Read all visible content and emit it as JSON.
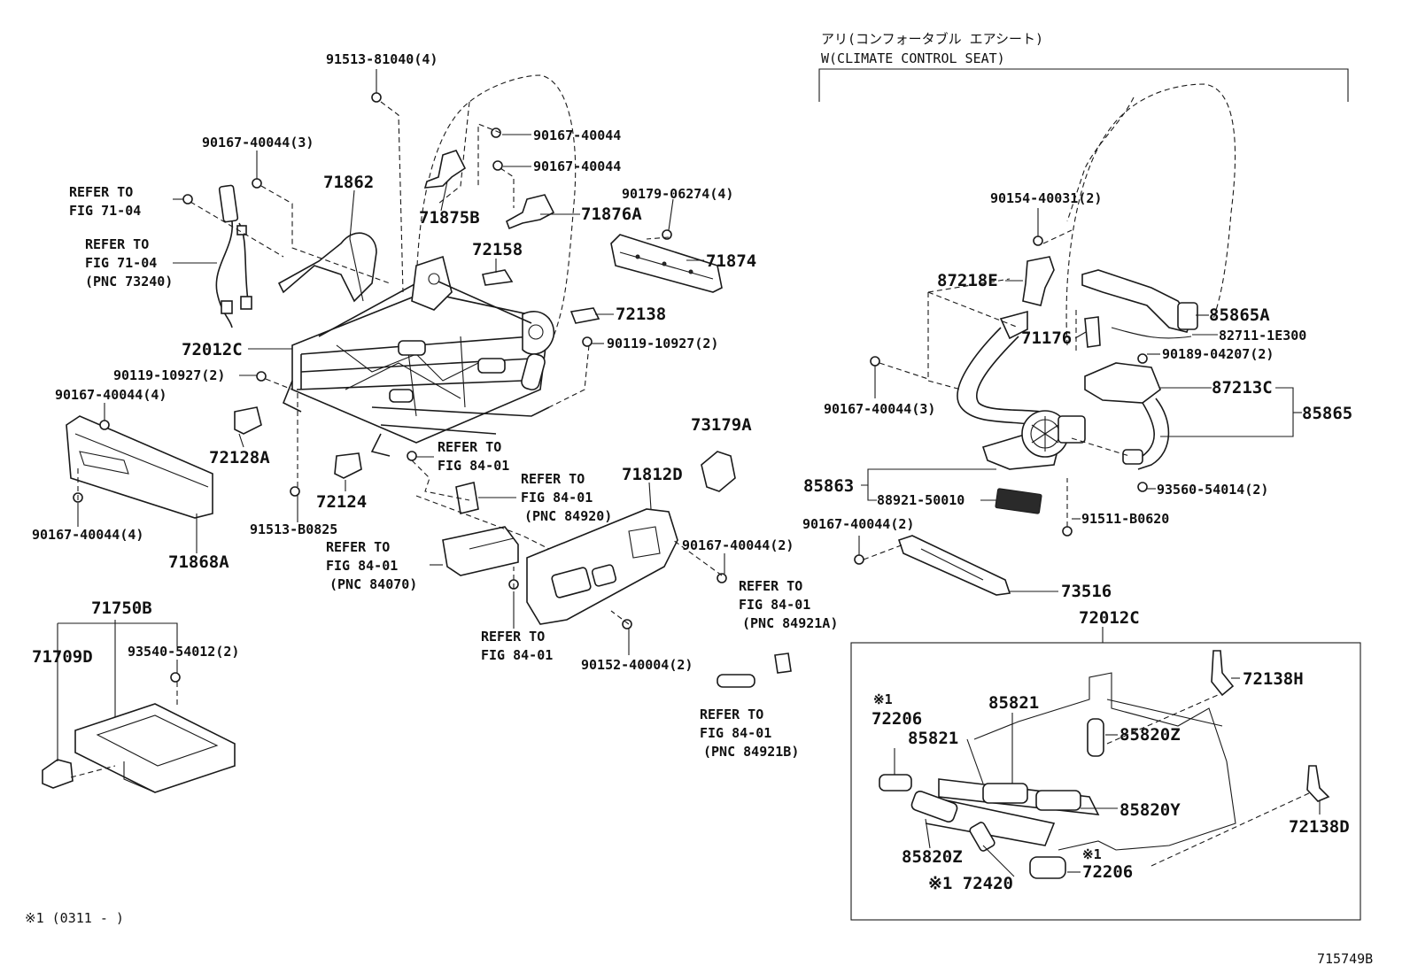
{
  "header": {
    "line1": "アリ(コンフォータブル エアシート)",
    "line2": "W(CLIMATE CONTROL SEAT)"
  },
  "footnote": "※1 (0311 -        )",
  "figure_code": "715749B",
  "labels": [
    {
      "id": "l01",
      "text": "91513-81040(4)",
      "size": "s"
    },
    {
      "id": "l02",
      "text": "90167-40044(3)",
      "size": "s"
    },
    {
      "id": "l03",
      "text": "REFER TO",
      "size": "s"
    },
    {
      "id": "l04",
      "text": "FIG 71-04",
      "size": "s"
    },
    {
      "id": "l05",
      "text": "REFER TO",
      "size": "s"
    },
    {
      "id": "l06",
      "text": "FIG 71-04",
      "size": "s"
    },
    {
      "id": "l07",
      "text": "(PNC 73240)",
      "size": "s"
    },
    {
      "id": "l08",
      "text": "71862",
      "size": "b"
    },
    {
      "id": "l09",
      "text": "90167-40044",
      "size": "s"
    },
    {
      "id": "l10",
      "text": "90167-40044",
      "size": "s"
    },
    {
      "id": "l11",
      "text": "71875B",
      "size": "b"
    },
    {
      "id": "l12",
      "text": "71876A",
      "size": "b"
    },
    {
      "id": "l13",
      "text": "90179-06274(4)",
      "size": "s"
    },
    {
      "id": "l14",
      "text": "72158",
      "size": "b"
    },
    {
      "id": "l15",
      "text": "71874",
      "size": "b"
    },
    {
      "id": "l16",
      "text": "72138",
      "size": "b"
    },
    {
      "id": "l17",
      "text": "72012C",
      "size": "b"
    },
    {
      "id": "l18",
      "text": "90119-10927(2)",
      "size": "s"
    },
    {
      "id": "l19",
      "text": "90119-10927(2)",
      "size": "s"
    },
    {
      "id": "l20",
      "text": "90167-40044(4)",
      "size": "s"
    },
    {
      "id": "l21",
      "text": "72128A",
      "size": "b"
    },
    {
      "id": "l22",
      "text": "REFER TO",
      "size": "s"
    },
    {
      "id": "l23",
      "text": "FIG 84-01",
      "size": "s"
    },
    {
      "id": "l24",
      "text": "73179A",
      "size": "b"
    },
    {
      "id": "l25",
      "text": "72124",
      "size": "b"
    },
    {
      "id": "l26",
      "text": "REFER TO",
      "size": "s"
    },
    {
      "id": "l27",
      "text": "FIG 84-01",
      "size": "s"
    },
    {
      "id": "l28",
      "text": "(PNC 84920)",
      "size": "s"
    },
    {
      "id": "l29",
      "text": "71812D",
      "size": "b"
    },
    {
      "id": "l30",
      "text": "91513-B0825",
      "size": "s"
    },
    {
      "id": "l31",
      "text": "90167-40044(4)",
      "size": "s"
    },
    {
      "id": "l32",
      "text": "71868A",
      "size": "b"
    },
    {
      "id": "l33",
      "text": "REFER TO",
      "size": "s"
    },
    {
      "id": "l34",
      "text": "FIG 84-01",
      "size": "s"
    },
    {
      "id": "l35",
      "text": "(PNC 84070)",
      "size": "s"
    },
    {
      "id": "l36",
      "text": "90167-40044(2)",
      "size": "s"
    },
    {
      "id": "l37",
      "text": "REFER TO",
      "size": "s"
    },
    {
      "id": "l38",
      "text": "FIG 84-01",
      "size": "s"
    },
    {
      "id": "l39",
      "text": "(PNC 84921A)",
      "size": "s"
    },
    {
      "id": "l40",
      "text": "71750B",
      "size": "b"
    },
    {
      "id": "l41",
      "text": "71709D",
      "size": "b"
    },
    {
      "id": "l42",
      "text": "93540-54012(2)",
      "size": "s"
    },
    {
      "id": "l43",
      "text": "REFER TO",
      "size": "s"
    },
    {
      "id": "l44",
      "text": "FIG 84-01",
      "size": "s"
    },
    {
      "id": "l45",
      "text": "90152-40004(2)",
      "size": "s"
    },
    {
      "id": "l46",
      "text": "REFER TO",
      "size": "s"
    },
    {
      "id": "l47",
      "text": "FIG 84-01",
      "size": "s"
    },
    {
      "id": "l48",
      "text": "(PNC 84921B)",
      "size": "s"
    },
    {
      "id": "l49",
      "text": "90154-40031(2)",
      "size": "s"
    },
    {
      "id": "l50",
      "text": "87218E",
      "size": "b"
    },
    {
      "id": "l51",
      "text": "85865A",
      "size": "b"
    },
    {
      "id": "l52",
      "text": "71176",
      "size": "b"
    },
    {
      "id": "l53",
      "text": "82711-1E300",
      "size": "s"
    },
    {
      "id": "l54",
      "text": "90189-04207(2)",
      "size": "s"
    },
    {
      "id": "l55",
      "text": "87213C",
      "size": "b"
    },
    {
      "id": "l56",
      "text": "85865",
      "size": "b"
    },
    {
      "id": "l57",
      "text": "90167-40044(3)",
      "size": "s"
    },
    {
      "id": "l58",
      "text": "85863",
      "size": "b"
    },
    {
      "id": "l59",
      "text": "88921-50010",
      "size": "s"
    },
    {
      "id": "l60",
      "text": "93560-54014(2)",
      "size": "s"
    },
    {
      "id": "l61",
      "text": "91511-B0620",
      "size": "s"
    },
    {
      "id": "l62",
      "text": "90167-40044(2)",
      "size": "s"
    },
    {
      "id": "l63",
      "text": "73516",
      "size": "b"
    },
    {
      "id": "l64",
      "text": "72012C",
      "size": "b"
    },
    {
      "id": "l65",
      "text": "72138H",
      "size": "b"
    },
    {
      "id": "l66",
      "text": "※1",
      "size": "s"
    },
    {
      "id": "l67",
      "text": "72206",
      "size": "b"
    },
    {
      "id": "l68",
      "text": "85821",
      "size": "b"
    },
    {
      "id": "l69",
      "text": "85821",
      "size": "b"
    },
    {
      "id": "l70",
      "text": "85820Z",
      "size": "b"
    },
    {
      "id": "l71",
      "text": "85820Y",
      "size": "b"
    },
    {
      "id": "l72",
      "text": "72138D",
      "size": "b"
    },
    {
      "id": "l73",
      "text": "85820Z",
      "size": "b"
    },
    {
      "id": "l74",
      "text": "※1",
      "size": "s"
    },
    {
      "id": "l75",
      "text": "※1 72420",
      "size": "b"
    },
    {
      "id": "l76",
      "text": "72206",
      "size": "b"
    }
  ]
}
